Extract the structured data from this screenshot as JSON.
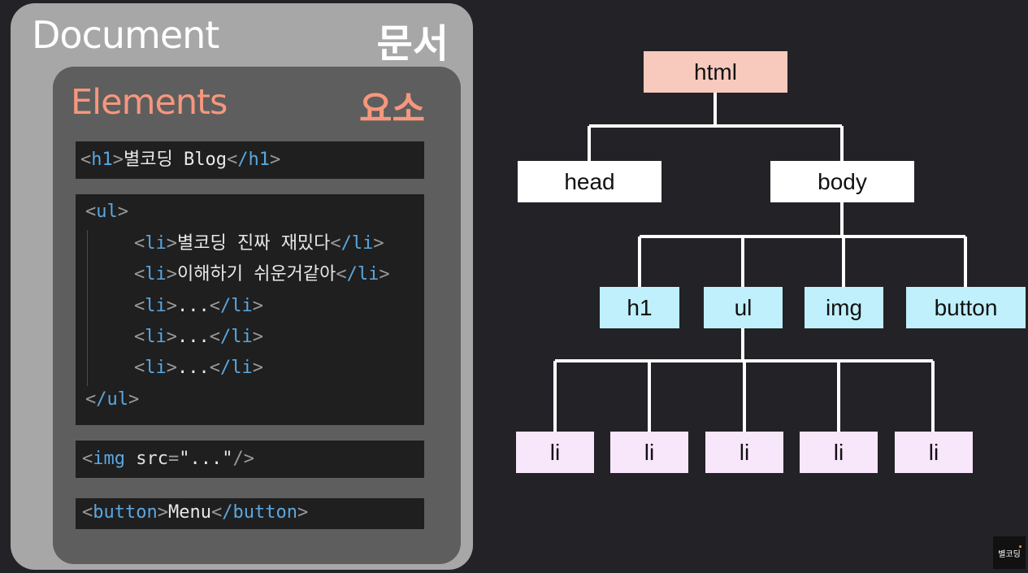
{
  "panel": {
    "document_title": "Document",
    "document_title_ko": "문서",
    "elements_title": "Elements",
    "elements_title_ko": "요소"
  },
  "code": {
    "h1_box": {
      "open": "h1",
      "text": "별코딩 Blog",
      "close": "/h1"
    },
    "ul_box": {
      "open": "ul",
      "close": "/ul",
      "items": [
        {
          "tag": "li",
          "text": "별코딩 진짜 재밌다",
          "close": "/li"
        },
        {
          "tag": "li",
          "text": "이해하기 쉬운거같아",
          "close": "/li"
        },
        {
          "tag": "li",
          "text": "...",
          "close": "/li"
        },
        {
          "tag": "li",
          "text": "...",
          "close": "/li"
        },
        {
          "tag": "li",
          "text": "...",
          "close": "/li"
        }
      ]
    },
    "img_box": {
      "tag": "img",
      "attr": "src",
      "eq": "=",
      "value": "\"...\"",
      "end": "/>"
    },
    "button_box": {
      "open": "button",
      "text": "Menu",
      "close": "/button"
    }
  },
  "tree": {
    "root": "html",
    "level1": [
      "head",
      "body"
    ],
    "level2": [
      "h1",
      "ul",
      "img",
      "button"
    ],
    "level3": [
      "li",
      "li",
      "li",
      "li",
      "li"
    ]
  },
  "logo_text": "별코딩",
  "colors": {
    "background": "#222227",
    "document_panel": "#a7a7a7",
    "elements_panel": "#5e5e5e",
    "elements_accent": "#f6977d",
    "root_node": "#f7cabd",
    "level1_node": "#ffffff",
    "level2_node": "#bff0fb",
    "level3_node": "#f8e6fb",
    "tag_color": "#5aa7e0"
  }
}
